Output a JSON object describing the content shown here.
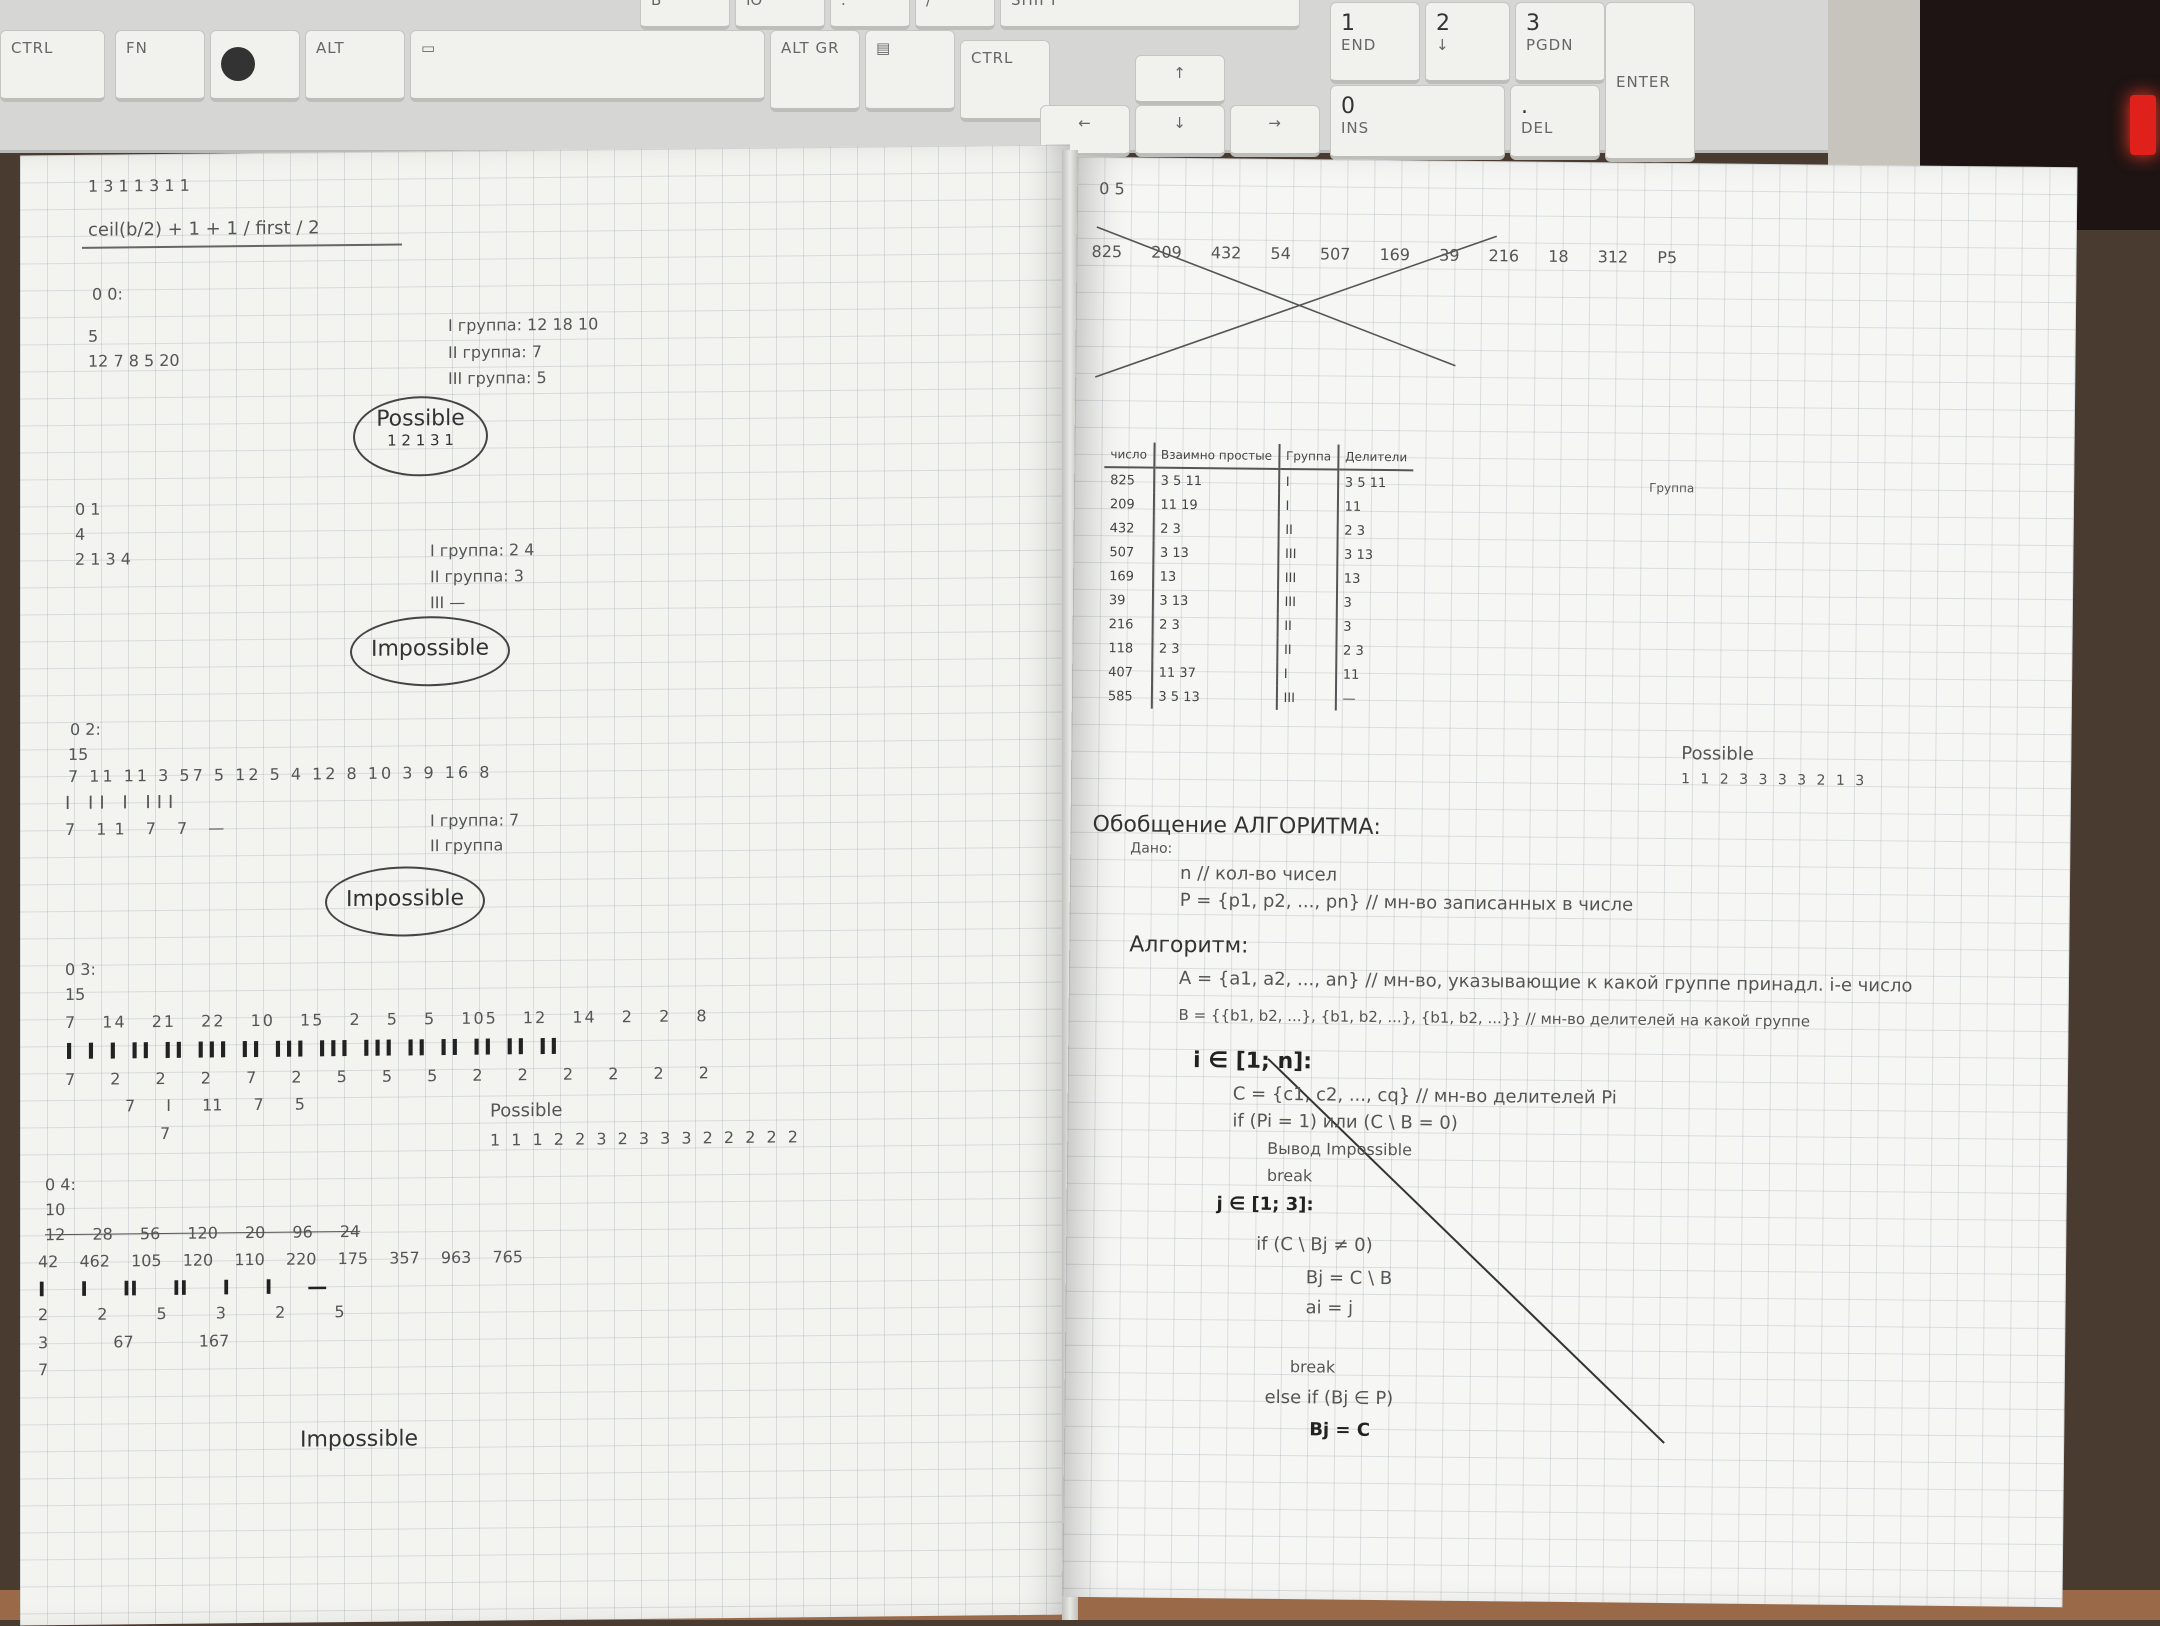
{
  "keyboard": {
    "top_row": [
      "Б",
      "Ю",
      ".",
      "/"
    ],
    "shift": "SHIFT",
    "ctrl": "CTRL",
    "fn": "FN",
    "alt": "ALT",
    "altgr": "ALT GR",
    "numpad": [
      {
        "top": "1",
        "sub": "END"
      },
      {
        "top": "2",
        "sub": "↓"
      },
      {
        "top": "3",
        "sub": "PGDN"
      },
      {
        "top": "0",
        "sub": "INS"
      },
      {
        "top": ".",
        "sub": "DEL"
      },
      {
        "top": "",
        "sub": "ENTER"
      }
    ],
    "arrows": [
      "↑",
      "←",
      "↓",
      "→"
    ]
  },
  "left_page": {
    "header": "1 3 1 1 3 1 1",
    "title": "ceil(b/2) + 1 + 1 / first / 2",
    "sections": [
      {
        "label": "0 0:",
        "lines": [
          "5",
          "12 7 8 5 20"
        ],
        "groups": [
          "I группа: 12 18 10",
          "II группа: 7",
          "III группа: 5"
        ],
        "result": "Possible",
        "sequence": "1 2 1 3 1"
      },
      {
        "label": "0 1",
        "lines": [
          "4",
          "2 1 3 4"
        ],
        "groups": [
          "I группа: 2 4",
          "II группа: 3",
          "III —"
        ],
        "result": "Impossible"
      },
      {
        "label": "0 2:",
        "lines": [
          "15",
          "7 11 11 3 57 5 12 5 4 12 8 10 3 9 16 8",
          "I II I III",
          "7 11 7 7 —"
        ],
        "groups": [
          "I группа: 7",
          "II группа"
        ],
        "result": "Impossible"
      },
      {
        "label": "0 3:",
        "lines": [
          "15",
          "7 14 21 22 10 15 2 5 5 105 12 14 2 2 8",
          "7 2 2 2 7 2 5 5 5 2 2 2 2 2 2",
          "7 I 11 7 5",
          "7"
        ],
        "result": "Possible",
        "sequence": "1 1 1 2 2 3 2 3 3 3 2 2 2 2 2"
      },
      {
        "label": "0 4:",
        "lines": [
          "10",
          "12 28 56 120 20 96 24",
          "42 462 105 120 110 220 175 357 963 765",
          "I I II II I I —",
          "2 2 5 3 2 5",
          "3 67 167",
          "7"
        ],
        "result": "Impossible"
      }
    ]
  },
  "right_page": {
    "header": "0 5",
    "numbers_line": "825 209 432 54 507 169 39 216 18 312 P5",
    "table": {
      "headers": [
        "число",
        "Взаимно простые",
        "Группа",
        "Делители",
        "Группа"
      ],
      "rows": [
        [
          "825",
          "3 5 11",
          "I",
          "3 5 11"
        ],
        [
          "209",
          "11 19",
          "I",
          "11"
        ],
        [
          "432",
          "2 3",
          "II",
          "2 3"
        ],
        [
          "507",
          "3 13",
          "III",
          "3 13"
        ],
        [
          "169",
          "13",
          "III",
          "13"
        ],
        [
          "39",
          "3 13",
          "III",
          "3"
        ],
        [
          "216",
          "2 3",
          "II",
          "3"
        ],
        [
          "118",
          "2 3",
          "II",
          "2 3"
        ],
        [
          "407",
          "11 37",
          "I",
          "11"
        ],
        [
          "585",
          "3 5 13",
          "III",
          "—"
        ]
      ]
    },
    "result": "Possible",
    "sequence": "1 1 2 3 3 3 3 2 1 3",
    "algorithm_title": "Обобщение АЛГОРИТМА:",
    "algorithm_sub": "Дано:",
    "lines": [
      "n // кол-во чисел",
      "P = {p1, p2, ..., pn} // мн-во записанных в числе",
      "Алгоритм:",
      "A = {a1, a2, ..., an} // мн-во, указывающие к какой группе принадл. i-е число",
      "B = {{b1, b2, ...}, {b1, b2, ...}, {b1, b2, ...}} // мн-во делителей на какой группе",
      "i ∈ [1; n]:",
      "C = {c1, c2, ..., cq} // мн-во делителей Pi",
      "if (Pi = 1) или (C \\ B = 0)",
      "Вывод Impossible",
      "break",
      "j ∈ [1; 3]:",
      "if (C \\ Bj ≠ 0)",
      "Bj = C \\ B",
      "ai = j",
      "break",
      "else if (Bj ∈ P)",
      "Bj = C"
    ]
  }
}
